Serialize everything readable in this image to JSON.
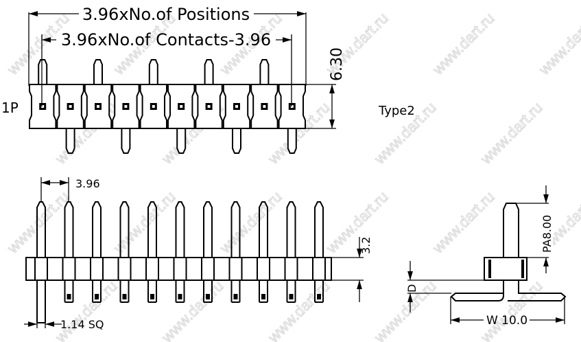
{
  "drawing": {
    "watermark": "www.dart.ru",
    "type_label": "Type2",
    "pin1_label": "1P",
    "dim_positions": "3.96xNo.of Positions",
    "dim_contacts": "3.96xNo.of Contacts-3.96",
    "dim_height": "6.30",
    "dim_pitch": "3.96",
    "dim_body": "3.2",
    "dim_pin": "1.14 SQ",
    "dim_pa": "PA8.00",
    "dim_d": "D",
    "dim_w": "W 10.0",
    "positions": 10,
    "side_pins": 11
  }
}
